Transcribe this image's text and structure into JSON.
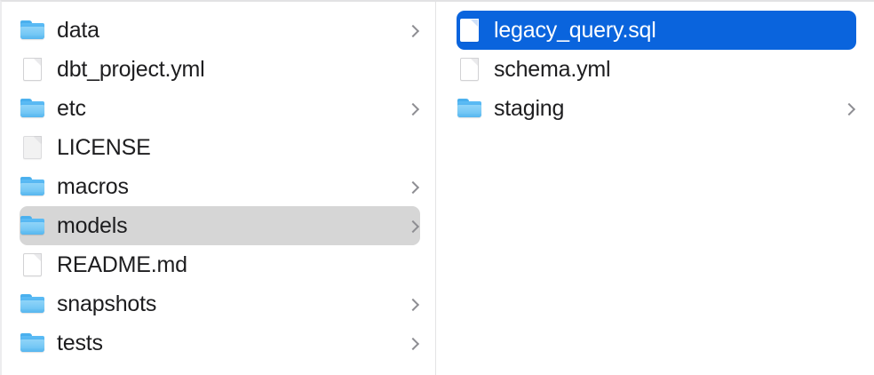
{
  "window": {
    "view_mode": "column-browser",
    "colors": {
      "selection_active": "#0a64dd",
      "selection_inactive": "#d6d6d6",
      "text": "#1d1d1f",
      "text_selected": "#ffffff",
      "folder_blue": "#61bdf2",
      "chevron": "#8e8e93",
      "divider": "#e3e3e5",
      "background": "#ffffff"
    }
  },
  "columns": [
    {
      "id": "column-1",
      "items": [
        {
          "name": "data",
          "icon": "folder-icon",
          "kind": "folder",
          "chevron": true,
          "selected": false,
          "selection_style": "none"
        },
        {
          "name": "dbt_project.yml",
          "icon": "document-icon",
          "kind": "file",
          "chevron": false,
          "selected": false,
          "selection_style": "none"
        },
        {
          "name": "etc",
          "icon": "folder-icon",
          "kind": "folder",
          "chevron": true,
          "selected": false,
          "selection_style": "none"
        },
        {
          "name": "LICENSE",
          "icon": "document-icon",
          "kind": "file",
          "chevron": false,
          "selected": false,
          "selection_style": "none"
        },
        {
          "name": "macros",
          "icon": "folder-icon",
          "kind": "folder",
          "chevron": true,
          "selected": false,
          "selection_style": "none"
        },
        {
          "name": "models",
          "icon": "folder-icon",
          "kind": "folder",
          "chevron": true,
          "selected": true,
          "selection_style": "inactive"
        },
        {
          "name": "README.md",
          "icon": "document-icon",
          "kind": "file",
          "chevron": false,
          "selected": false,
          "selection_style": "none"
        },
        {
          "name": "snapshots",
          "icon": "folder-icon",
          "kind": "folder",
          "chevron": true,
          "selected": false,
          "selection_style": "none"
        },
        {
          "name": "tests",
          "icon": "folder-icon",
          "kind": "folder",
          "chevron": true,
          "selected": false,
          "selection_style": "none"
        }
      ]
    },
    {
      "id": "column-2",
      "items": [
        {
          "name": "legacy_query.sql",
          "icon": "document-icon",
          "kind": "file",
          "chevron": false,
          "selected": true,
          "selection_style": "active"
        },
        {
          "name": "schema.yml",
          "icon": "document-icon",
          "kind": "file",
          "chevron": false,
          "selected": false,
          "selection_style": "none"
        },
        {
          "name": "staging",
          "icon": "folder-icon",
          "kind": "folder",
          "chevron": true,
          "selected": false,
          "selection_style": "none"
        }
      ]
    }
  ]
}
